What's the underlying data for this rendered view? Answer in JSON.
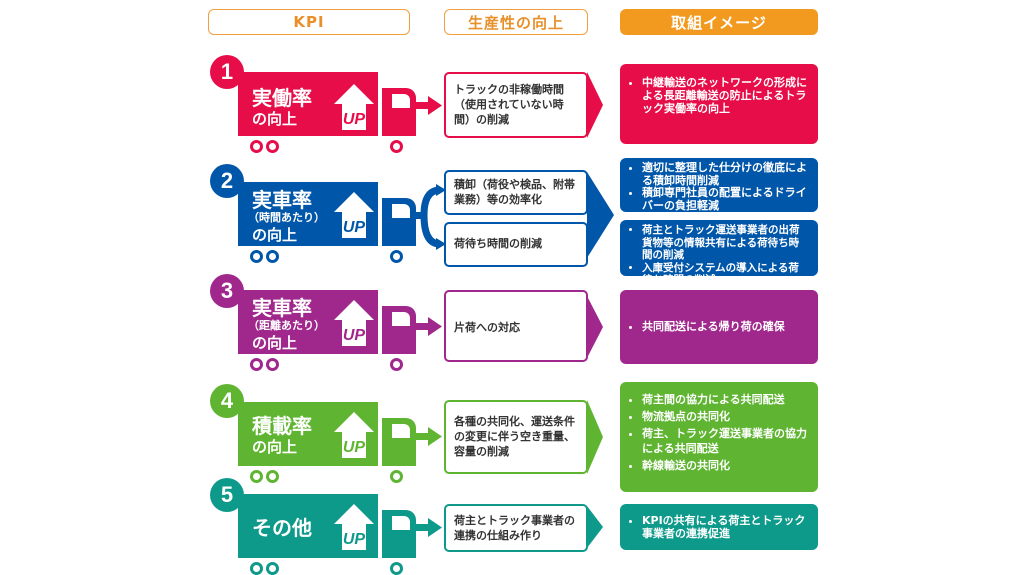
{
  "headers": {
    "kpi": "KPI",
    "productivity": "生産性の向上",
    "initiatives": "取組イメージ"
  },
  "colors": {
    "row1": "#e60d48",
    "row2": "#0056a8",
    "row3": "#a0278c",
    "row4": "#5fb531",
    "row5": "#0e9a8a",
    "orange": "#f29a1f"
  },
  "up_label": "UP",
  "rows": [
    {
      "number": "1",
      "kpi_main": "実働率",
      "kpi_sub": "",
      "kpi_tail": "の向上",
      "productivity": [
        "トラックの非稼働時間（使用されていない時間）の削減"
      ],
      "initiatives": [
        [
          "中継輸送のネットワークの形成による長距離輸送の防止によるトラック実働率の向上"
        ]
      ]
    },
    {
      "number": "2",
      "kpi_main": "実車率",
      "kpi_sub": "（時間あたり）",
      "kpi_tail": "の向上",
      "productivity": [
        "積卸（荷役や検品、附帯業務）等の効率化",
        "荷待ち時間の削減"
      ],
      "initiatives": [
        [
          "適切に整理した仕分けの徹底による積卸時間削減",
          "積卸専門社員の配置によるドライバーの負担軽減"
        ],
        [
          "荷主とトラック運送事業者の出荷貨物等の情報共有による荷待ち時間の削減",
          "入庫受付システムの導入による荷待ち時間の削減"
        ]
      ]
    },
    {
      "number": "3",
      "kpi_main": "実車率",
      "kpi_sub": "（距離あたり）",
      "kpi_tail": "の向上",
      "productivity": [
        "片荷への対応"
      ],
      "initiatives": [
        [
          "共同配送による帰り荷の確保"
        ]
      ]
    },
    {
      "number": "4",
      "kpi_main": "積載率",
      "kpi_sub": "",
      "kpi_tail": "の向上",
      "productivity": [
        "各種の共同化、運送条件の変更に伴う空き重量、容量の削減"
      ],
      "initiatives": [
        [
          "荷主間の協力による共同配送",
          "物流拠点の共同化",
          "荷主、トラック運送事業者の協力による共同配送",
          "幹線輸送の共同化"
        ]
      ]
    },
    {
      "number": "5",
      "kpi_main": "その他",
      "kpi_sub": "",
      "kpi_tail": "",
      "productivity": [
        "荷主とトラック事業者の連携の仕組み作り"
      ],
      "initiatives": [
        [
          "KPIの共有による荷主とトラック事業者の連携促進"
        ]
      ]
    }
  ]
}
